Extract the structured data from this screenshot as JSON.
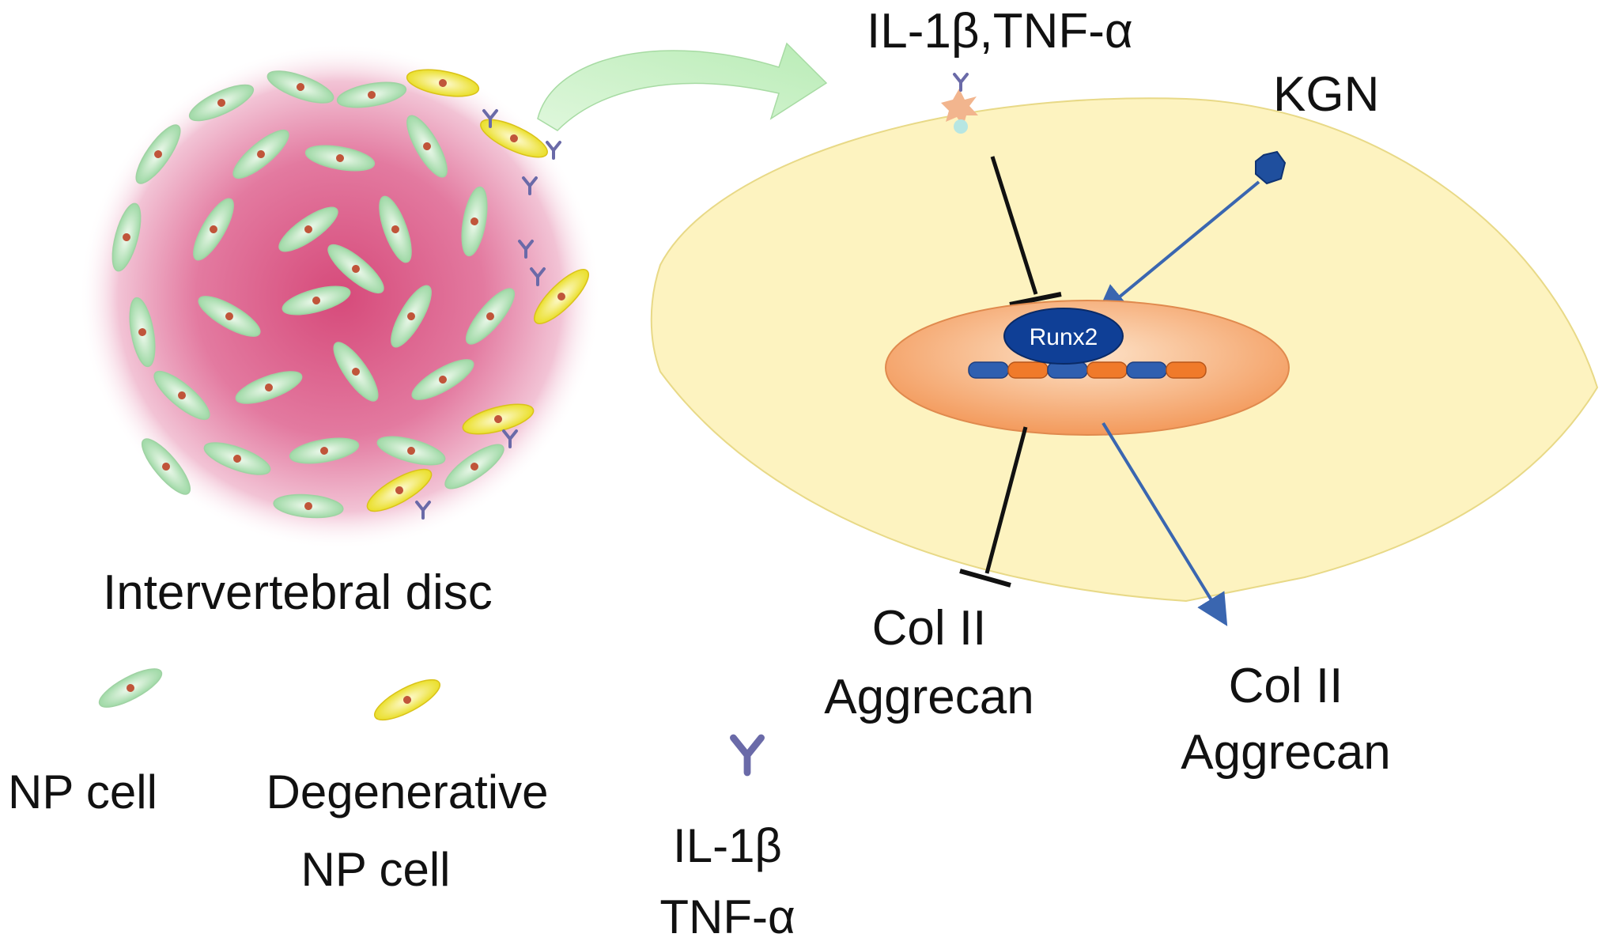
{
  "labels": {
    "cytokines_top": "IL-1β,TNF-α",
    "kgn": "KGN",
    "runx2": "Runx2",
    "disc": "Intervertebral disc",
    "np_cell": "NP cell",
    "degenerative_line1": "Degenerative",
    "degenerative_line2": "NP cell",
    "col_inhibited": "Col II",
    "aggrecan_inhibited": "Aggrecan",
    "col_promoted": "Col II",
    "aggrecan_promoted": "Aggrecan",
    "legend_cytokine_1": "IL-1β",
    "legend_cytokine_2": "TNF-α"
  },
  "colors": {
    "disc_core": "#d64a7a",
    "np_cell": "#bfe8c4",
    "degenerative_cell": "#f4ee4f",
    "cell_body": "#fdf3c0",
    "nucleus": "#f6b07e",
    "runx2": "#0f3f96",
    "arrow_green": "#c8f0c4",
    "activation_arrow": "#3a66b0",
    "inhibition_line": "#111111"
  },
  "icons": {
    "receptor": "receptor-y-icon",
    "kgn": "kgn-molecule-icon",
    "cytokine": "cytokine-star-icon"
  }
}
